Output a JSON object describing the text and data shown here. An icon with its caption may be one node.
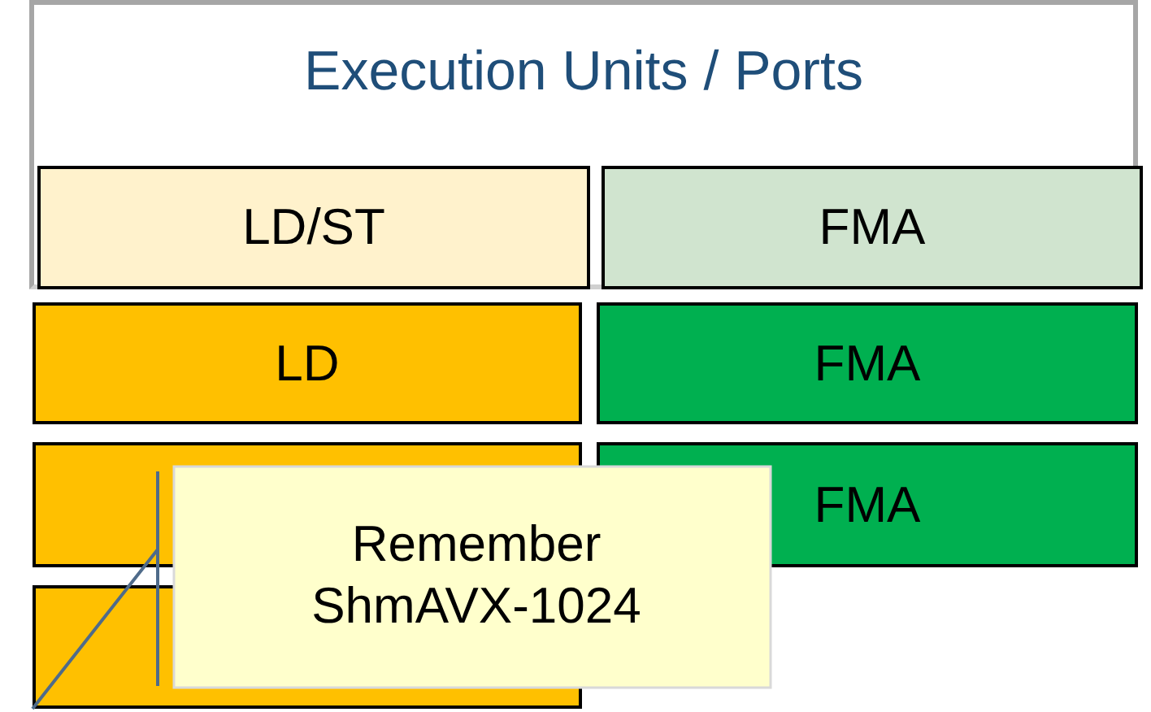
{
  "diagram": {
    "nodes": [
      {
        "text": [
          "Execution Units / Ports"
        ]
      },
      {
        "text": [
          "LD/ST"
        ],
        "in": 0
      },
      {
        "text": [
          "FMA"
        ],
        "in": 0
      },
      {
        "text": [
          "LD"
        ]
      },
      {
        "text": [
          "FMA"
        ]
      },
      {
        "text": [],
        "shape": "box"
      },
      {
        "text": [
          "FMA"
        ]
      },
      {
        "text": [],
        "shape": "box"
      },
      {
        "text": [
          "Remember ShmAVX-1024"
        ]
      }
    ]
  }
}
